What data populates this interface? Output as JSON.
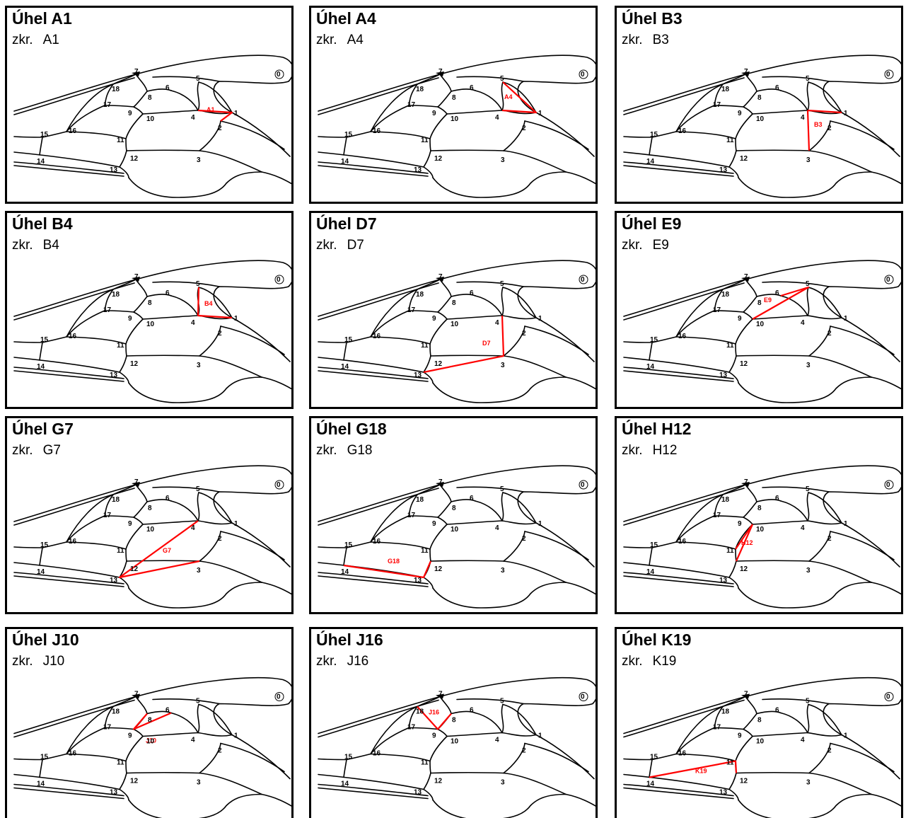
{
  "colors": {
    "border": "#000000",
    "wing": "#000000",
    "highlight": "#ff0000",
    "background": "#ffffff"
  },
  "abbr_prefix": "zkr.",
  "vertex_labels": [
    "0",
    "1",
    "2",
    "3",
    "4",
    "5",
    "6",
    "7",
    "8",
    "9",
    "10",
    "11",
    "12",
    "13",
    "14",
    "15",
    "16",
    "17",
    "18"
  ],
  "panels": [
    {
      "title": "Úhel A1",
      "abbr": "A1",
      "angle_label": "A1"
    },
    {
      "title": "Úhel A4",
      "abbr": "A4",
      "angle_label": "A4"
    },
    {
      "title": "Úhel B3",
      "abbr": "B3",
      "angle_label": "B3"
    },
    {
      "title": "Úhel B4",
      "abbr": "B4",
      "angle_label": "B4"
    },
    {
      "title": "Úhel D7",
      "abbr": "D7",
      "angle_label": "D7"
    },
    {
      "title": "Úhel E9",
      "abbr": "E9",
      "angle_label": "E9"
    },
    {
      "title": "Úhel G7",
      "abbr": "G7",
      "angle_label": "G7"
    },
    {
      "title": "Úhel G18",
      "abbr": "G18",
      "angle_label": "G18"
    },
    {
      "title": "Úhel H12",
      "abbr": "H12",
      "angle_label": "H12"
    },
    {
      "title": "Úhel J10",
      "abbr": "J10",
      "angle_label": "J10"
    },
    {
      "title": "Úhel J16",
      "abbr": "J16",
      "angle_label": "J16"
    },
    {
      "title": "Úhel K19",
      "abbr": "K19",
      "angle_label": "K19"
    }
  ]
}
